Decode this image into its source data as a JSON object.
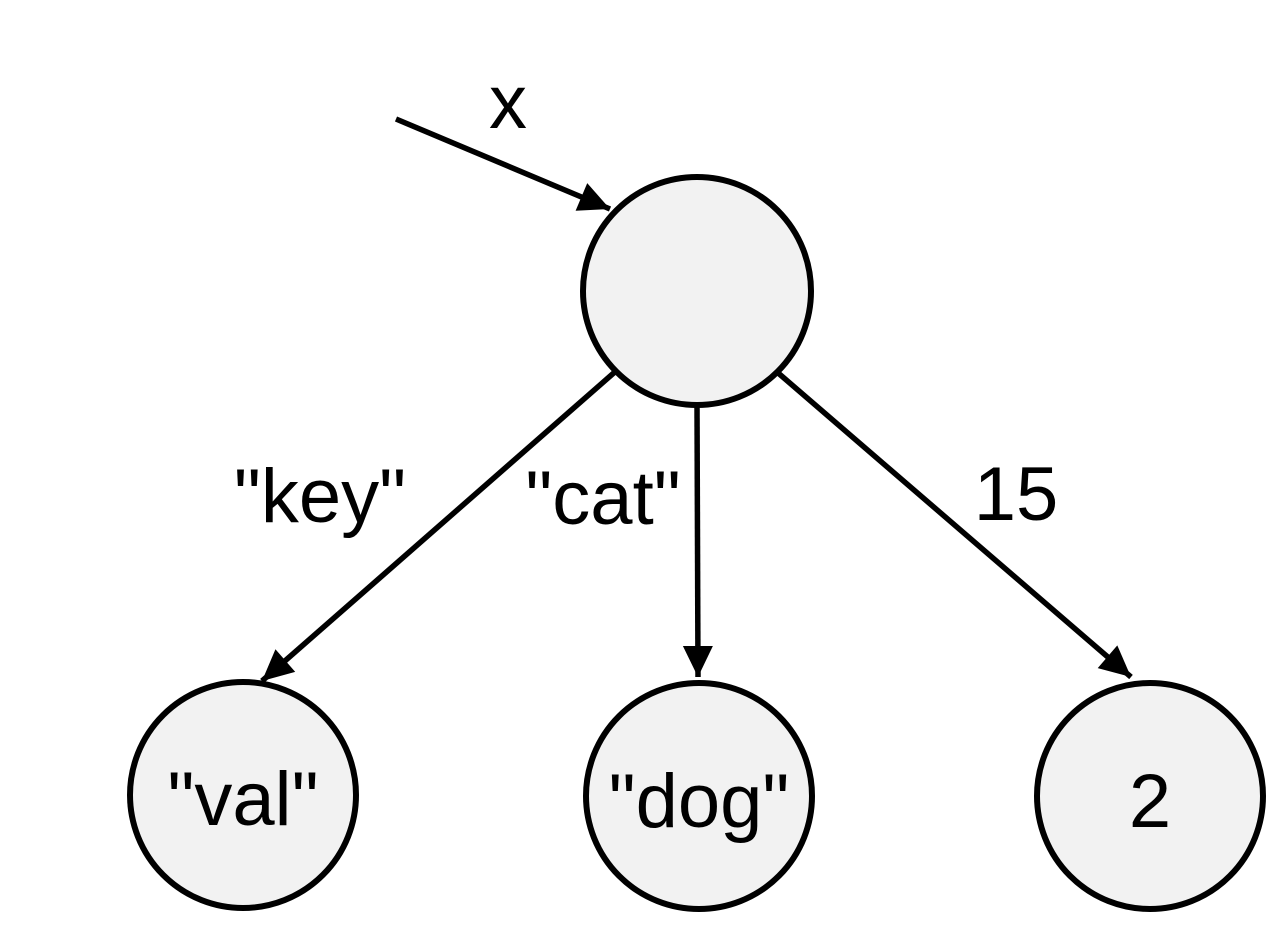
{
  "colors": {
    "node_fill": "#f2f2f2",
    "line": "#000000",
    "text": "#000000",
    "background": "#ffffff"
  },
  "variable": {
    "label": "x"
  },
  "root": {
    "label": ""
  },
  "edges": [
    {
      "label": "\"key\"",
      "from": "root",
      "to": "leaf-0"
    },
    {
      "label": "\"cat\"",
      "from": "root",
      "to": "leaf-1"
    },
    {
      "label": "15",
      "from": "root",
      "to": "leaf-2"
    }
  ],
  "leaves": [
    {
      "label": "\"val\""
    },
    {
      "label": "\"dog\""
    },
    {
      "label": "2"
    }
  ]
}
